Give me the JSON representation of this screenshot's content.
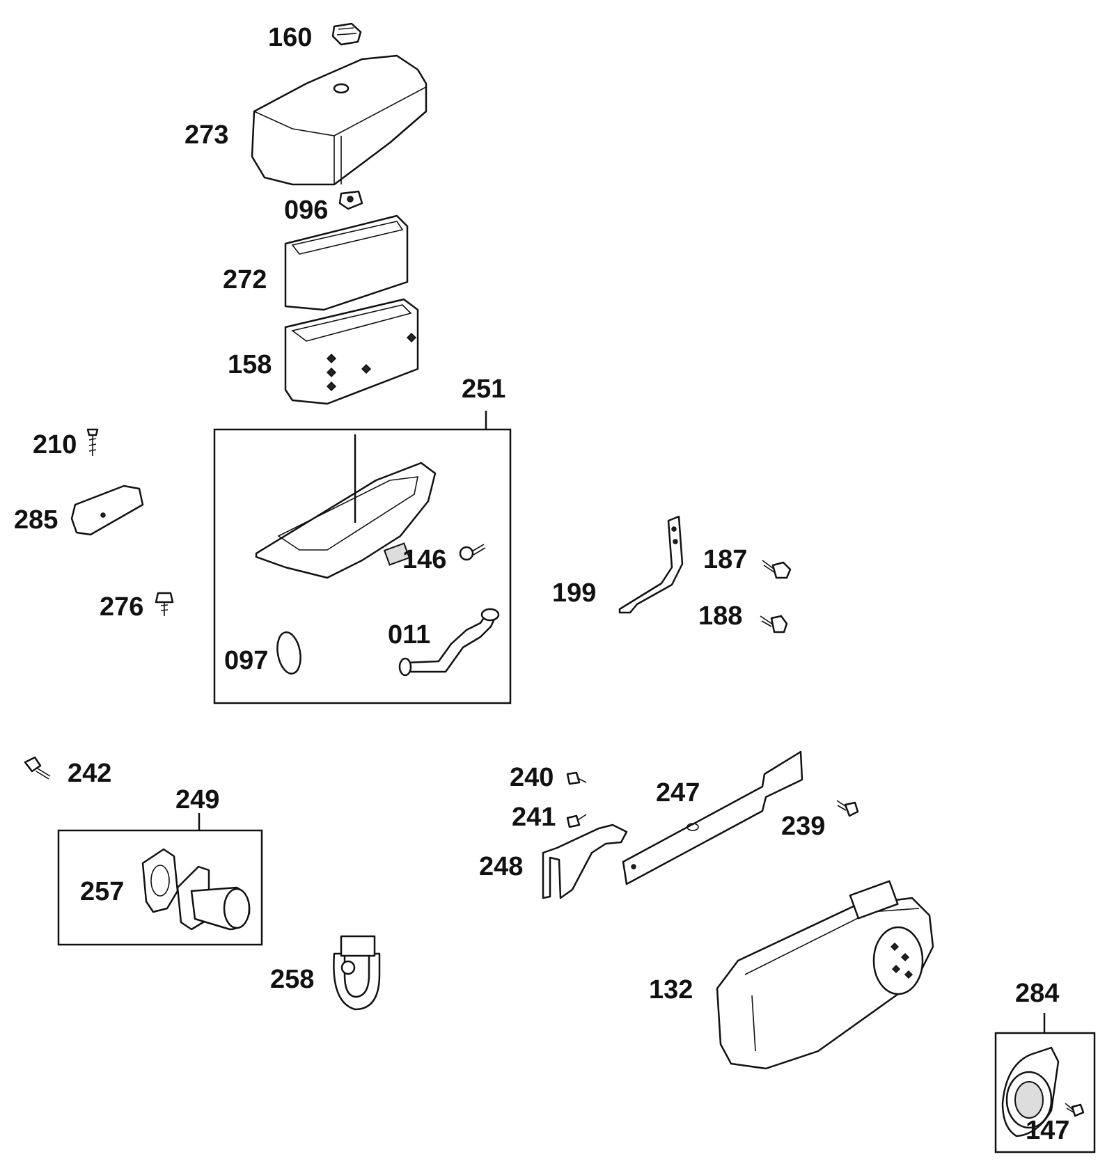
{
  "parts": {
    "p160": "160",
    "p273": "273",
    "p096": "096",
    "p272": "272",
    "p158": "158",
    "p251": "251",
    "p210": "210",
    "p285": "285",
    "p146": "146",
    "p187": "187",
    "p199": "199",
    "p188": "188",
    "p276": "276",
    "p011": "011",
    "p097": "097",
    "p242": "242",
    "p240": "240",
    "p249": "249",
    "p247": "247",
    "p241": "241",
    "p239": "239",
    "p248": "248",
    "p257": "257",
    "p258": "258",
    "p132": "132",
    "p284": "284",
    "p147": "147"
  }
}
